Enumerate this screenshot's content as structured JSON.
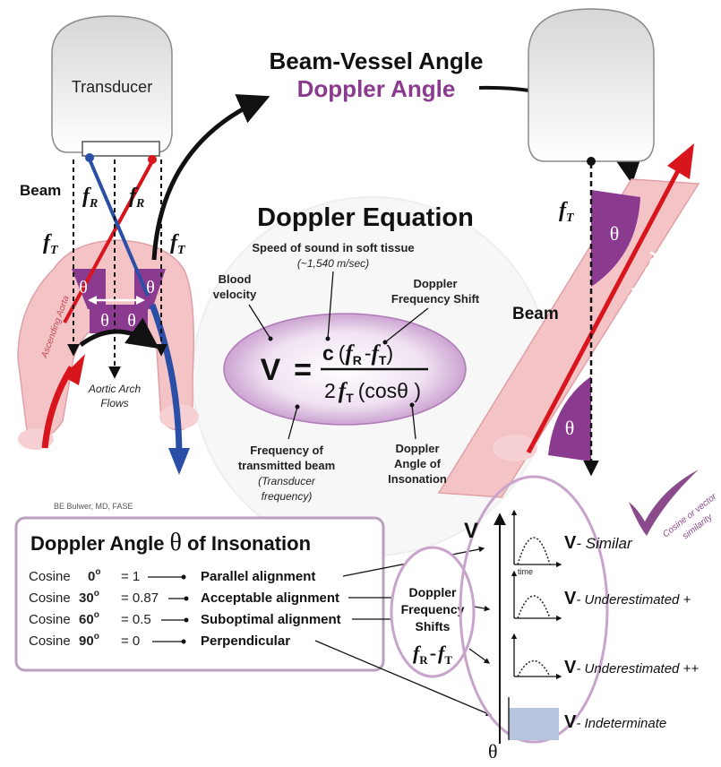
{
  "title": {
    "line1": "Beam-Vessel Angle",
    "line2": "Doppler Angle"
  },
  "left_panel": {
    "transducer": "Transducer",
    "beam": "Beam",
    "f_symbol": "f",
    "sub_R": "R",
    "sub_T": "T",
    "theta": "θ",
    "ascending_aorta": "Ascending Aorta",
    "aortic_arch_line1": "Aortic Arch",
    "aortic_arch_line2": "Flows",
    "credit": "BE Bulwer, MD, FASE"
  },
  "equation": {
    "heading": "Doppler Equation",
    "speed_line1": "Speed of sound in soft tissue",
    "speed_line2": "(~1,540 m/sec)",
    "blood_line1": "Blood",
    "blood_line2": "velocity",
    "shift_line1": "Doppler",
    "shift_line2": "Frequency Shift",
    "v": "V",
    "equals": "=",
    "c": "c",
    "open_paren": "(",
    "minus": "-",
    "close_paren": ")",
    "two": "2",
    "cos": "(cosθ )",
    "freq_line1": "Frequency of",
    "freq_line2": "transmitted beam",
    "freq_line3": "(Transducer",
    "freq_line4": "frequency)",
    "angle_line1": "Doppler",
    "angle_line2": "Angle of",
    "angle_line3": "Insonation"
  },
  "right_panel": {
    "beam": "Beam",
    "vessel": "Vessel",
    "theta": "θ"
  },
  "table": {
    "heading_text": "Doppler Angle",
    "heading_theta": "θ",
    "heading_tail": "of Insonation",
    "rows": [
      {
        "cos_label": "Cosine",
        "angle": "0",
        "value": "= 1",
        "alignment": "Parallel alignment"
      },
      {
        "cos_label": "Cosine",
        "angle": "30",
        "value": "= 0.87",
        "alignment": "Acceptable alignment"
      },
      {
        "cos_label": "Cosine",
        "angle": "60",
        "value": "= 0.5",
        "alignment": "Suboptimal alignment"
      },
      {
        "cos_label": "Cosine",
        "angle": "90",
        "value": "= 0",
        "alignment": "Perpendicular"
      }
    ],
    "degree": "o"
  },
  "shifts": {
    "line1": "Doppler",
    "line2": "Frequency",
    "line3": "Shifts",
    "formula_f": "f",
    "formula_R": "R",
    "formula_minus": "-",
    "formula_T": "T"
  },
  "velocity_panel": {
    "axis_v": "V",
    "axis_theta": "θ",
    "time": "time",
    "check_note_line1": "Cosine or vector",
    "check_note_line2": "similarity",
    "results": [
      {
        "v": "V",
        "label": "- Similar"
      },
      {
        "v": "V",
        "label": "- Underestimated +"
      },
      {
        "v": "V",
        "label": "- Underestimated ++"
      },
      {
        "v": "V",
        "label": "- Indeterminate"
      }
    ]
  },
  "colors": {
    "purple": "#8a3a8f",
    "red": "#d8141c",
    "blue": "#2b4fa6",
    "pink": "#f3c3c6",
    "ellipse": "#c99ad0",
    "check": "#8b4a8c"
  }
}
